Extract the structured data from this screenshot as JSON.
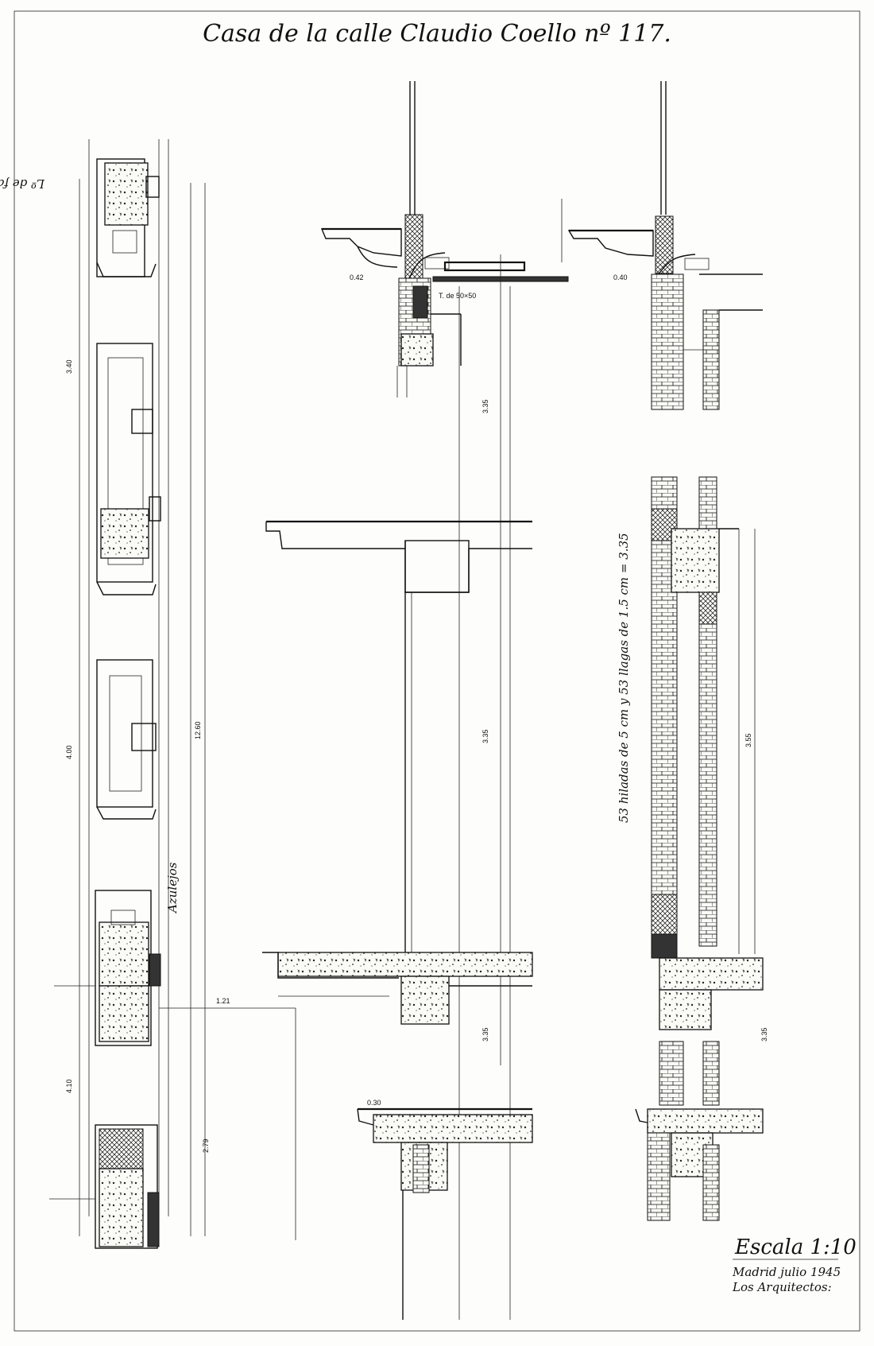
{
  "title": "Casa de la calle Claudio Coello nº 117.",
  "footer": {
    "scale": "Escala 1:10",
    "place_date": "Madrid julio 1945",
    "signature": "Los Arquitectos:"
  },
  "labels": {
    "facade_line": "Lº de fachada",
    "azulejos": "Azulejos",
    "tabique": "T. de 50×50",
    "hiladas": "53 hiladas de 5 cm y 53 llagas de 1.5 cm = 3.35"
  },
  "dimensions": {
    "left_total": "12.60",
    "left_a": "3.40",
    "left_b": "4.00",
    "left_c": "4.10",
    "mid_height_1": "3.35",
    "mid_height_2": "3.35",
    "mid_height_3": "3.35",
    "right_height_1": "3.55",
    "right_height_2": "3.35",
    "cornice_a": "0.42",
    "cornice_b": "0.40",
    "slab": "0.30",
    "ledge": "1.21",
    "span": "2.79"
  }
}
